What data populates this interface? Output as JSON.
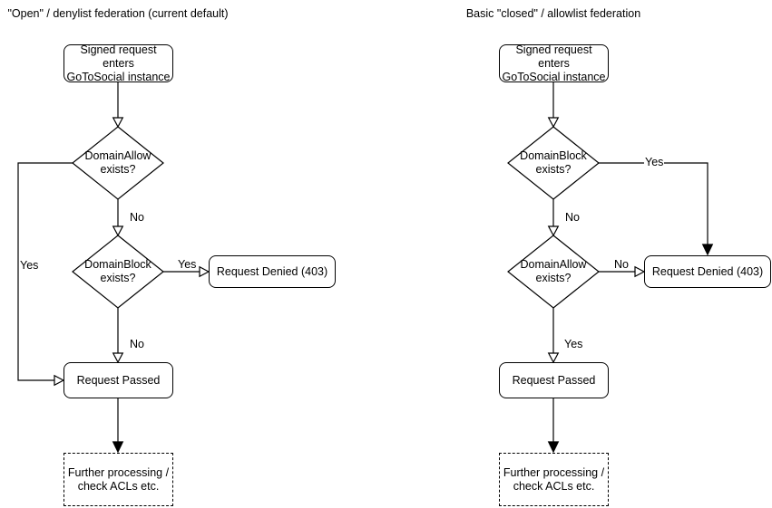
{
  "diagrams": [
    {
      "title": "\"Open\" / denylist federation (current default)",
      "start": {
        "line1": "Signed request enters",
        "line2": "GoToSocial instance"
      },
      "decision1": {
        "line1": "DomainAllow",
        "line2": "exists?"
      },
      "decision2": {
        "line1": "DomainBlock",
        "line2": "exists?"
      },
      "denied": "Request Denied (403)",
      "passed": "Request Passed",
      "further": {
        "line1": "Further processing /",
        "line2": "check ACLs etc."
      },
      "labels": {
        "d1_down": "No",
        "d1_side": "Yes",
        "d2_down": "No",
        "d2_side": "Yes"
      }
    },
    {
      "title": "Basic \"closed\" / allowlist federation",
      "start": {
        "line1": "Signed request enters",
        "line2": "GoToSocial instance"
      },
      "decision1": {
        "line1": "DomainBlock",
        "line2": "exists?"
      },
      "decision2": {
        "line1": "DomainAllow",
        "line2": "exists?"
      },
      "denied": "Request Denied (403)",
      "passed": "Request Passed",
      "further": {
        "line1": "Further processing /",
        "line2": "check ACLs etc."
      },
      "labels": {
        "d1_down": "No",
        "d1_side": "Yes",
        "d2_down": "Yes",
        "d2_side": "No"
      }
    }
  ],
  "colors": {
    "stroke": "#000000",
    "node_fill": "#ffffff",
    "text": "#000000"
  }
}
